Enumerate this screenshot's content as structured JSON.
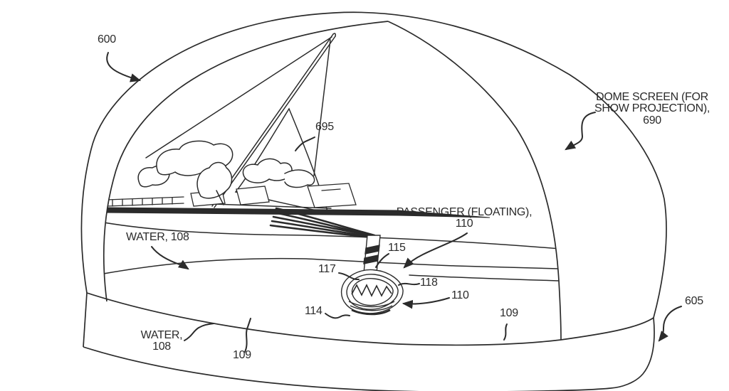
{
  "figure": {
    "background": "#ffffff",
    "ink": "#2b2b2b",
    "description": "Patent-style line drawing of a dome screen ride: sailboat show projected inside dome, floating passenger boat, water, base ring"
  },
  "labels": {
    "ref_600": "600",
    "ref_695": "695",
    "dome_screen": {
      "line1": "DOME SCREEN (FOR",
      "line2": "SHOW PROJECTION),",
      "ref": "690"
    },
    "passenger": {
      "line1": "PASSENGER (FLOATING),",
      "ref": "110"
    },
    "ref_115": "115",
    "ref_117": "117",
    "ref_118": "118",
    "ref_110_boat": "110",
    "ref_114": "114",
    "water_upper": "WATER, 108",
    "water_lower": {
      "line1": "WATER,",
      "line2": "108"
    },
    "ref_109_left": "109",
    "ref_109_right": "109",
    "ref_605": "605"
  }
}
